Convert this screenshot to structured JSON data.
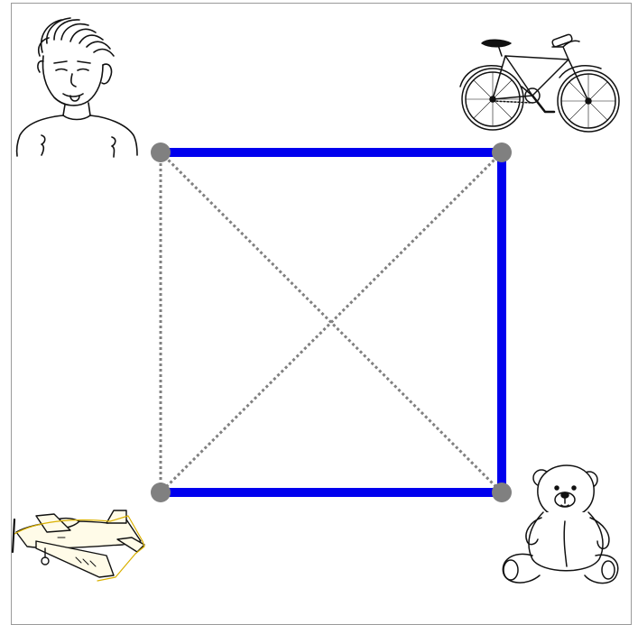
{
  "diagram": {
    "nodes": [
      {
        "id": "person",
        "icon": "person-icon"
      },
      {
        "id": "bicycle",
        "icon": "bicycle-icon"
      },
      {
        "id": "airplane",
        "icon": "airplane-icon"
      },
      {
        "id": "teddy-bear",
        "icon": "teddy-bear-icon"
      }
    ],
    "solid_edges": [
      [
        "person",
        "bicycle"
      ],
      [
        "bicycle",
        "teddy-bear"
      ],
      [
        "airplane",
        "teddy-bear"
      ]
    ],
    "dotted_edges": [
      [
        "person",
        "airplane"
      ],
      [
        "person",
        "teddy-bear"
      ],
      [
        "bicycle",
        "airplane"
      ]
    ],
    "colors": {
      "solid_edge": "#0000ee",
      "dotted_edge": "#808080",
      "node_dot": "#808080",
      "frame": "#9a9a9a"
    }
  }
}
